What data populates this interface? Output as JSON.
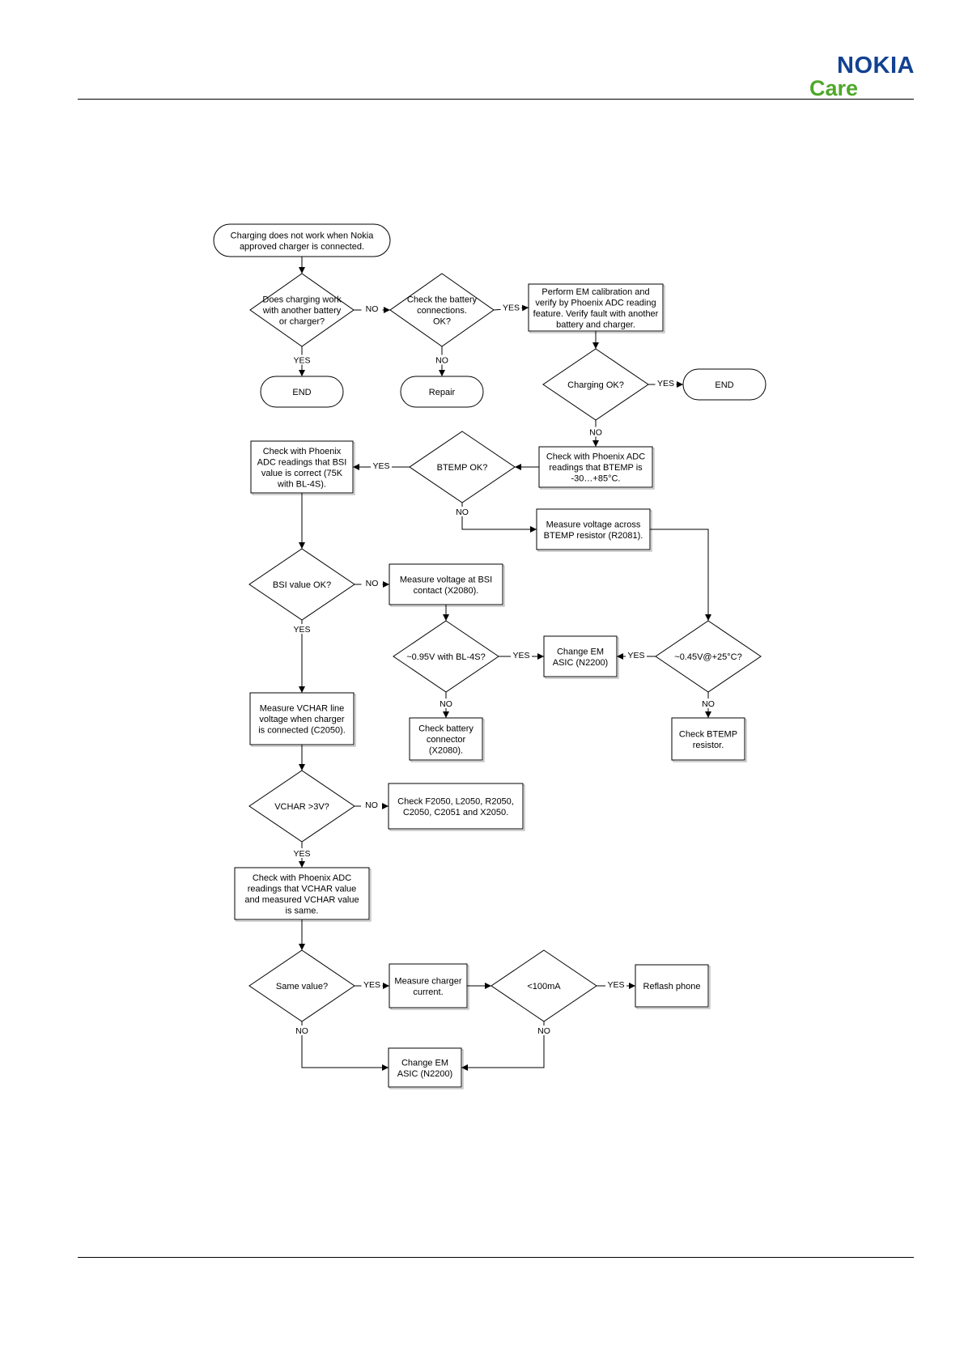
{
  "brand": {
    "name": "NOKIA",
    "sub": "Care",
    "nokia_color": "#124191",
    "care_color": "#4fa82a"
  },
  "nodes": {
    "start": [
      "Charging does not work when Nokia",
      "approved charger is connected."
    ],
    "d_another": [
      "Does charging work",
      "with another battery",
      "or charger?"
    ],
    "end1": [
      "END"
    ],
    "d_conn": [
      "Check the battery",
      "connections.",
      "OK?"
    ],
    "repair": [
      "Repair"
    ],
    "perform_em": [
      "Perform EM calibration and",
      "verify by Phoenix  ADC reading",
      "feature. Verify fault with another",
      "battery and charger."
    ],
    "d_charging_ok": [
      "Charging OK?"
    ],
    "end2": [
      "END"
    ],
    "check_btemp": [
      "Check with Phoenix ADC",
      "readings that BTEMP is",
      "-30…+85°C."
    ],
    "d_btemp": [
      "BTEMP OK?"
    ],
    "check_bsi": [
      "Check with Phoenix",
      "ADC readings that BSI",
      "value is correct (75K",
      "with BL-4S)."
    ],
    "measure_btemp": [
      "Measure voltage across",
      "BTEMP resistor (R2081)."
    ],
    "d_bsi": [
      "BSI value OK?"
    ],
    "measure_bsi": [
      "Measure voltage at BSI",
      "contact (X2080)."
    ],
    "d_095": [
      "~0.95V with BL-4S?"
    ],
    "change_em_1": [
      "Change EM",
      "ASIC (N2200)"
    ],
    "d_045": [
      "~0.45V@+25°C?"
    ],
    "check_conn": [
      "Check battery",
      "connector",
      "(X2080)."
    ],
    "check_btemp_res": [
      "Check BTEMP",
      "resistor."
    ],
    "measure_vchar": [
      "Measure VCHAR line",
      "voltage when charger",
      "is connected (C2050)."
    ],
    "d_vchar": [
      "VCHAR >3V?"
    ],
    "check_f2050": [
      "Check F2050, L2050, R2050,",
      "C2050, C2051 and X2050."
    ],
    "check_vchar_adc": [
      "Check with Phoenix ADC",
      "readings that VCHAR value",
      "and measured VCHAR value",
      "is same."
    ],
    "d_same": [
      "Same value?"
    ],
    "measure_current": [
      "Measure charger",
      "current."
    ],
    "d_100": [
      "<100mA"
    ],
    "reflash": [
      "Reflash phone"
    ],
    "change_em_2": [
      "Change EM",
      "ASIC (N2200)"
    ]
  },
  "edges": {
    "yes": "YES",
    "no": "NO"
  }
}
